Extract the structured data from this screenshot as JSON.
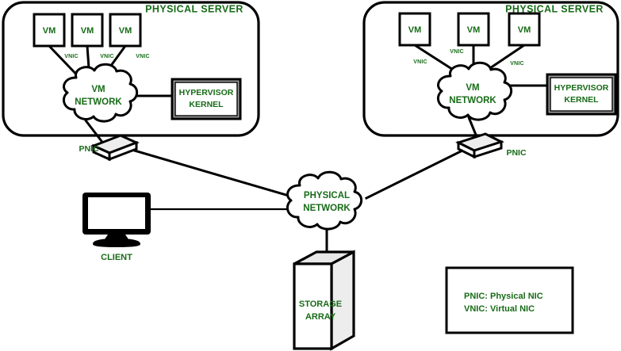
{
  "diagram": {
    "title": "Virtualized datacenter network topology",
    "colors": {
      "label_green": "#176b17",
      "stroke_black": "#000000",
      "fill_white": "#ffffff",
      "shade_gray": "#ededed",
      "kernel_border_gray": "#9c9c9c"
    }
  },
  "servers": [
    {
      "id": "left",
      "title": "PHYSICAL SERVER",
      "vms": [
        {
          "label": "VM",
          "nic_label": "VNIC"
        },
        {
          "label": "VM",
          "nic_label": "VNIC"
        },
        {
          "label": "VM",
          "nic_label": "VNIC"
        }
      ],
      "vm_network": {
        "line1": "VM",
        "line2": "NETWORK"
      },
      "hypervisor": {
        "line1": "HYPERVISOR",
        "line2": "KERNEL"
      },
      "pnic_label": "PNIC"
    },
    {
      "id": "right",
      "title": "PHYSICAL SERVER",
      "vms": [
        {
          "label": "VM",
          "nic_label": "VNIC"
        },
        {
          "label": "VM",
          "nic_label": "VNIC"
        },
        {
          "label": "VM",
          "nic_label": "VNIC"
        }
      ],
      "vm_network": {
        "line1": "VM",
        "line2": "NETWORK"
      },
      "hypervisor": {
        "line1": "HYPERVISOR",
        "line2": "KERNEL"
      },
      "pnic_label": "PNIC"
    }
  ],
  "physical_network": {
    "line1": "PHYSICAL",
    "line2": "NETWORK"
  },
  "client": {
    "label": "CLIENT"
  },
  "storage_array": {
    "line1": "STORAGE",
    "line2": "ARRAY"
  },
  "legend": {
    "line1": "PNIC: Physical NIC",
    "line2": "VNIC: Virtual NIC"
  }
}
